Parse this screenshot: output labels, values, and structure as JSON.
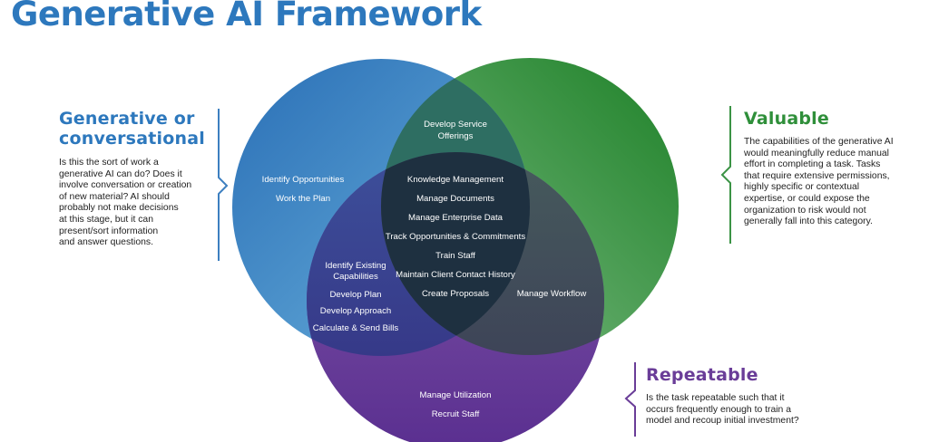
{
  "title": "Generative AI Framework",
  "colors": {
    "title": "#2d78bd",
    "generative": "#2d78bd",
    "valuable": "#2f8f3a",
    "repeatable": "#6a3d98",
    "overlap_gen_val": "#2e6e62",
    "overlap_gen_rep": "#3a4592",
    "overlap_val_rep": "#3e4a52",
    "overlap_all": "#1e3040"
  },
  "panels": {
    "generative": {
      "heading": "Generative or conversational",
      "heading_lines": [
        "Generative or",
        "conversational"
      ],
      "body_lines": [
        "Is this the sort of work a",
        "generative AI can do? Does it",
        "involve conversation or creation",
        "of new material? AI should",
        "probably not make decisions",
        "at this stage, but it can",
        "present/sort information",
        "and answer questions."
      ]
    },
    "valuable": {
      "heading": "Valuable",
      "body_lines": [
        "The capabilities of the generative AI",
        "would meaningfully reduce manual",
        "effort in completing a task. Tasks",
        "that require extensive permissions,",
        "highly specific or contextual",
        "expertise, or could expose the",
        "organization to risk would not",
        "generally fall into this category."
      ]
    },
    "repeatable": {
      "heading": "Repeatable",
      "body_lines": [
        "Is the task repeatable such that it",
        "occurs frequently enough to train a",
        "model and recoup initial investment?"
      ]
    }
  },
  "regions": {
    "generative_only": [
      "Identify Opportunities",
      "Work the Plan"
    ],
    "generative_valuable": [
      "Develop Service",
      "Offerings"
    ],
    "all_three": [
      "Knowledge Management",
      "Manage Documents",
      "Manage Enterprise Data",
      "Track Opportunities & Commitments",
      "Train Staff",
      "Maintain Client Contact History",
      "Create Proposals"
    ],
    "generative_repeatable": [
      "Identify Existing",
      "Capabilities",
      "Develop Plan",
      "Develop Approach",
      "Calculate & Send Bills"
    ],
    "valuable_repeatable": [
      "Manage Workflow"
    ],
    "repeatable_only": [
      "Manage Utilization",
      "Recruit Staff"
    ]
  }
}
